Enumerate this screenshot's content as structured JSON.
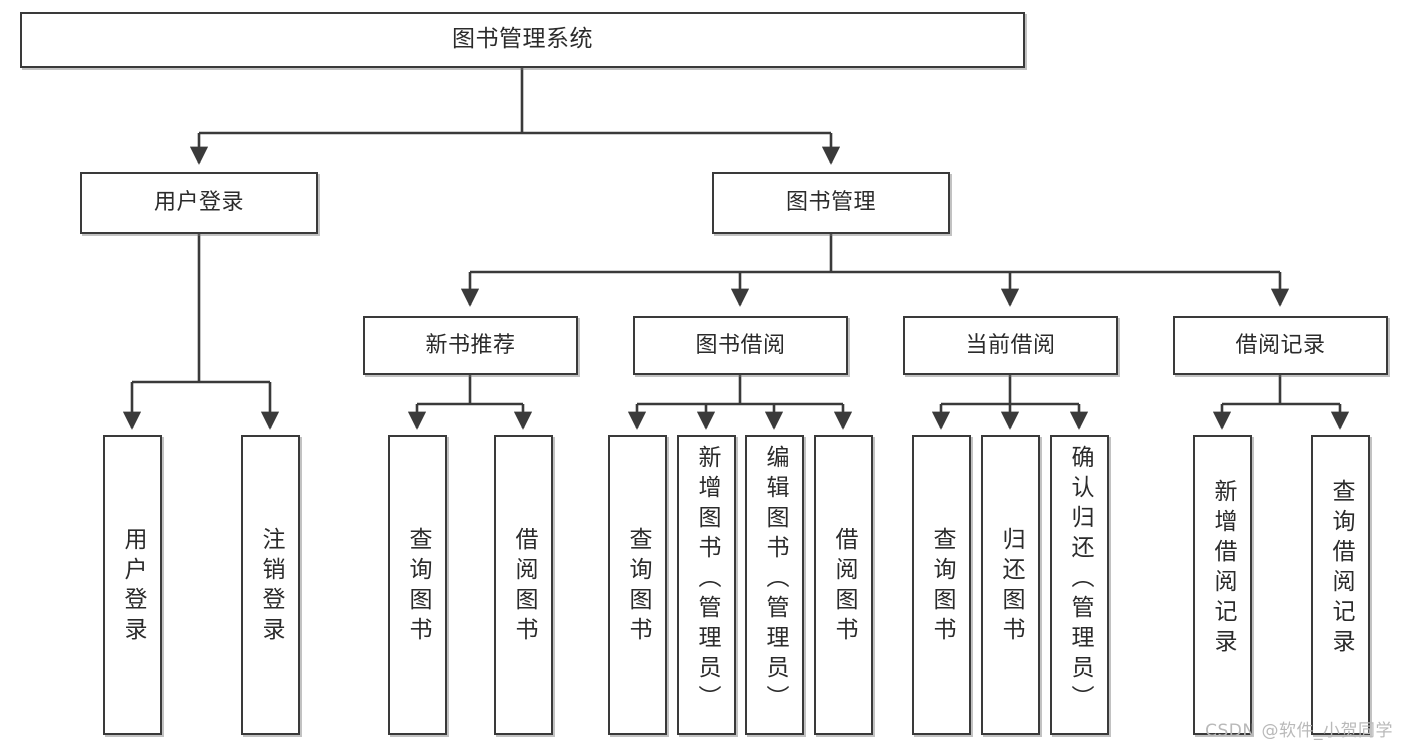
{
  "diagram": {
    "type": "tree-hierarchy-chart",
    "title": "图书管理系统",
    "watermark": "CSDN @软件_小贺同学",
    "colors": {
      "box_border": "#3a3a3a",
      "box_fill": "#ffffff",
      "edge": "#3a3a3a",
      "text": "#2b2b2b",
      "watermark": "#b9b9b9",
      "background": "#ffffff"
    },
    "root": {
      "label": "图书管理系统"
    },
    "level2": [
      {
        "label": "用户登录"
      },
      {
        "label": "图书管理"
      }
    ],
    "level3": [
      {
        "label": "新书推荐"
      },
      {
        "label": "图书借阅"
      },
      {
        "label": "当前借阅"
      },
      {
        "label": "借阅记录"
      }
    ],
    "leaves": {
      "user_login": [
        {
          "label": "用户登录"
        },
        {
          "label": "注销登录"
        }
      ],
      "new_book": [
        {
          "label": "查询图书"
        },
        {
          "label": "借阅图书"
        }
      ],
      "book_borrow": [
        {
          "label": "查询图书"
        },
        {
          "label": "新增图书（管理员）"
        },
        {
          "label": "编辑图书（管理员）"
        },
        {
          "label": "借阅图书"
        }
      ],
      "current_borrow": [
        {
          "label": "查询图书"
        },
        {
          "label": "归还图书"
        },
        {
          "label": "确认归还（管理员）"
        }
      ],
      "borrow_record": [
        {
          "label": "新增借阅记录"
        },
        {
          "label": "查询借阅记录"
        }
      ]
    }
  }
}
